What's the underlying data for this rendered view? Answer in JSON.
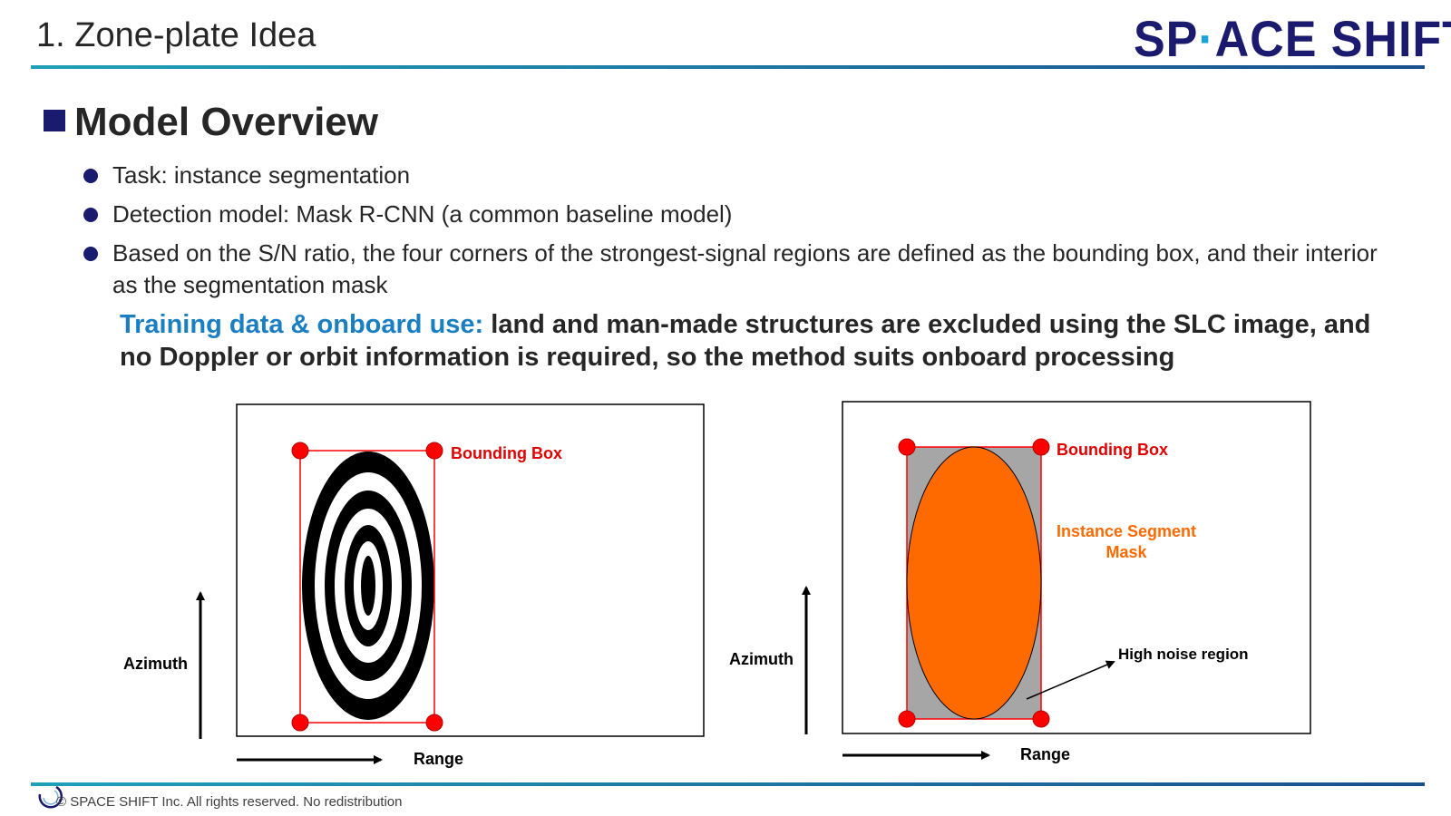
{
  "header": {
    "title": "1. Zone-plate Idea",
    "logo_text_a": "SP",
    "logo_dot": "·",
    "logo_text_b": "ACE SHIFT"
  },
  "section": {
    "heading": "Model Overview"
  },
  "bullets": [
    "Task: instance segmentation",
    "Detection model: Mask R-CNN (a common baseline model)",
    "Based on the S/N ratio, the four corners of the strongest-signal regions are defined as the bounding box, and their interior as the segmentation mask"
  ],
  "note": {
    "key": "Training data & onboard use:",
    "text": " land and man-made structures are excluded using the SLC image, and no Doppler or orbit information is required, so the method suits onboard processing"
  },
  "figure_left": {
    "bbox_label": "Bounding Box",
    "azimuth_label": "Azimuth",
    "range_label": "Range"
  },
  "figure_right": {
    "bbox_label": "Bounding Box",
    "mask_label_line1": "Instance Segment",
    "mask_label_line2": "Mask",
    "noise_label": "High noise region",
    "azimuth_label": "Azimuth",
    "range_label": "Range"
  },
  "footer": {
    "copyright": "© SPACE SHIFT Inc. All rights reserved. No redistribution"
  },
  "colors": {
    "navy": "#1a1a6e",
    "accent_blue": "#1a7fc2",
    "corner_red": "#ff0000",
    "bbox_label_red": "#e00000",
    "mask_orange": "#ff6a00",
    "noise_gray": "#a6a6a6"
  }
}
